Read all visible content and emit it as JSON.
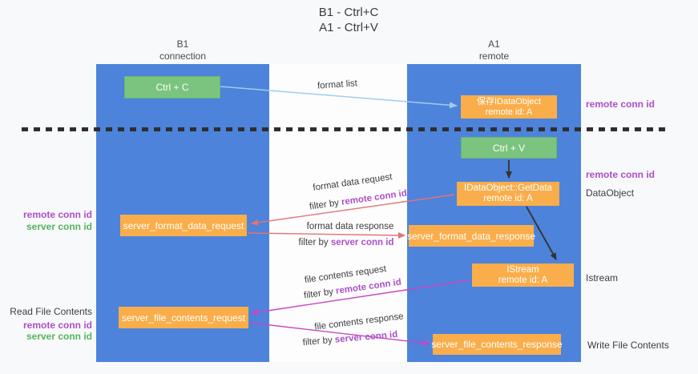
{
  "title": {
    "line1": "B1 - Ctrl+C",
    "line2": "A1 - Ctrl+V"
  },
  "lanes": {
    "left": {
      "name": "B1",
      "role": "connection"
    },
    "right": {
      "name": "A1",
      "role": "remote"
    }
  },
  "nodes": {
    "ctrl_c": {
      "label": "Ctrl + C"
    },
    "save_idataobject": {
      "line1": "保存IDataObject",
      "line2": "remote id: A"
    },
    "ctrl_v": {
      "label": "Ctrl + V"
    },
    "getdata": {
      "line1": "IDataObject::GetData",
      "line2": "remote id: A"
    },
    "server_format_data_request": {
      "label": "server_format_data_request"
    },
    "server_format_data_response": {
      "label": "server_format_data_response"
    },
    "istream": {
      "line1": "IStream",
      "line2": "remote id: A"
    },
    "server_file_contents_request": {
      "label": "server_file_contents_request"
    },
    "server_file_contents_response": {
      "label": "server_file_contents_response"
    }
  },
  "edges": {
    "format_list": {
      "label": "format list"
    },
    "format_data_request": {
      "label": "format data request",
      "filter_prefix": "filter by",
      "filter_key": "remote conn id"
    },
    "format_data_response": {
      "label": "format data response",
      "filter_prefix": "filter by",
      "filter_key": "server conn id"
    },
    "file_contents_request": {
      "label": "file contents request",
      "filter_prefix": "filter by",
      "filter_key": "remote conn id"
    },
    "file_contents_response": {
      "label": "file contents response",
      "filter_prefix": "filter by",
      "filter_key": "server conn id"
    }
  },
  "annotations": {
    "remote_conn_id": "remote conn id",
    "server_conn_id": "server conn id",
    "dataobject": "DataObject",
    "istream": "Istream",
    "read_file_contents": "Read File Contents",
    "write_file_contents": "Write File Contents"
  },
  "colors": {
    "lane_blue": "#4d83da",
    "node_green": "#7ac47f",
    "node_orange": "#f9ae4b",
    "remote_conn_purple": "#ab4fc8",
    "server_conn_green": "#56b45c",
    "arrow_red": "#e57373",
    "arrow_magenta": "#c945c3",
    "arrow_light_blue": "#9fcdee",
    "arrow_black": "#333333",
    "background": "#f8f9fb"
  }
}
